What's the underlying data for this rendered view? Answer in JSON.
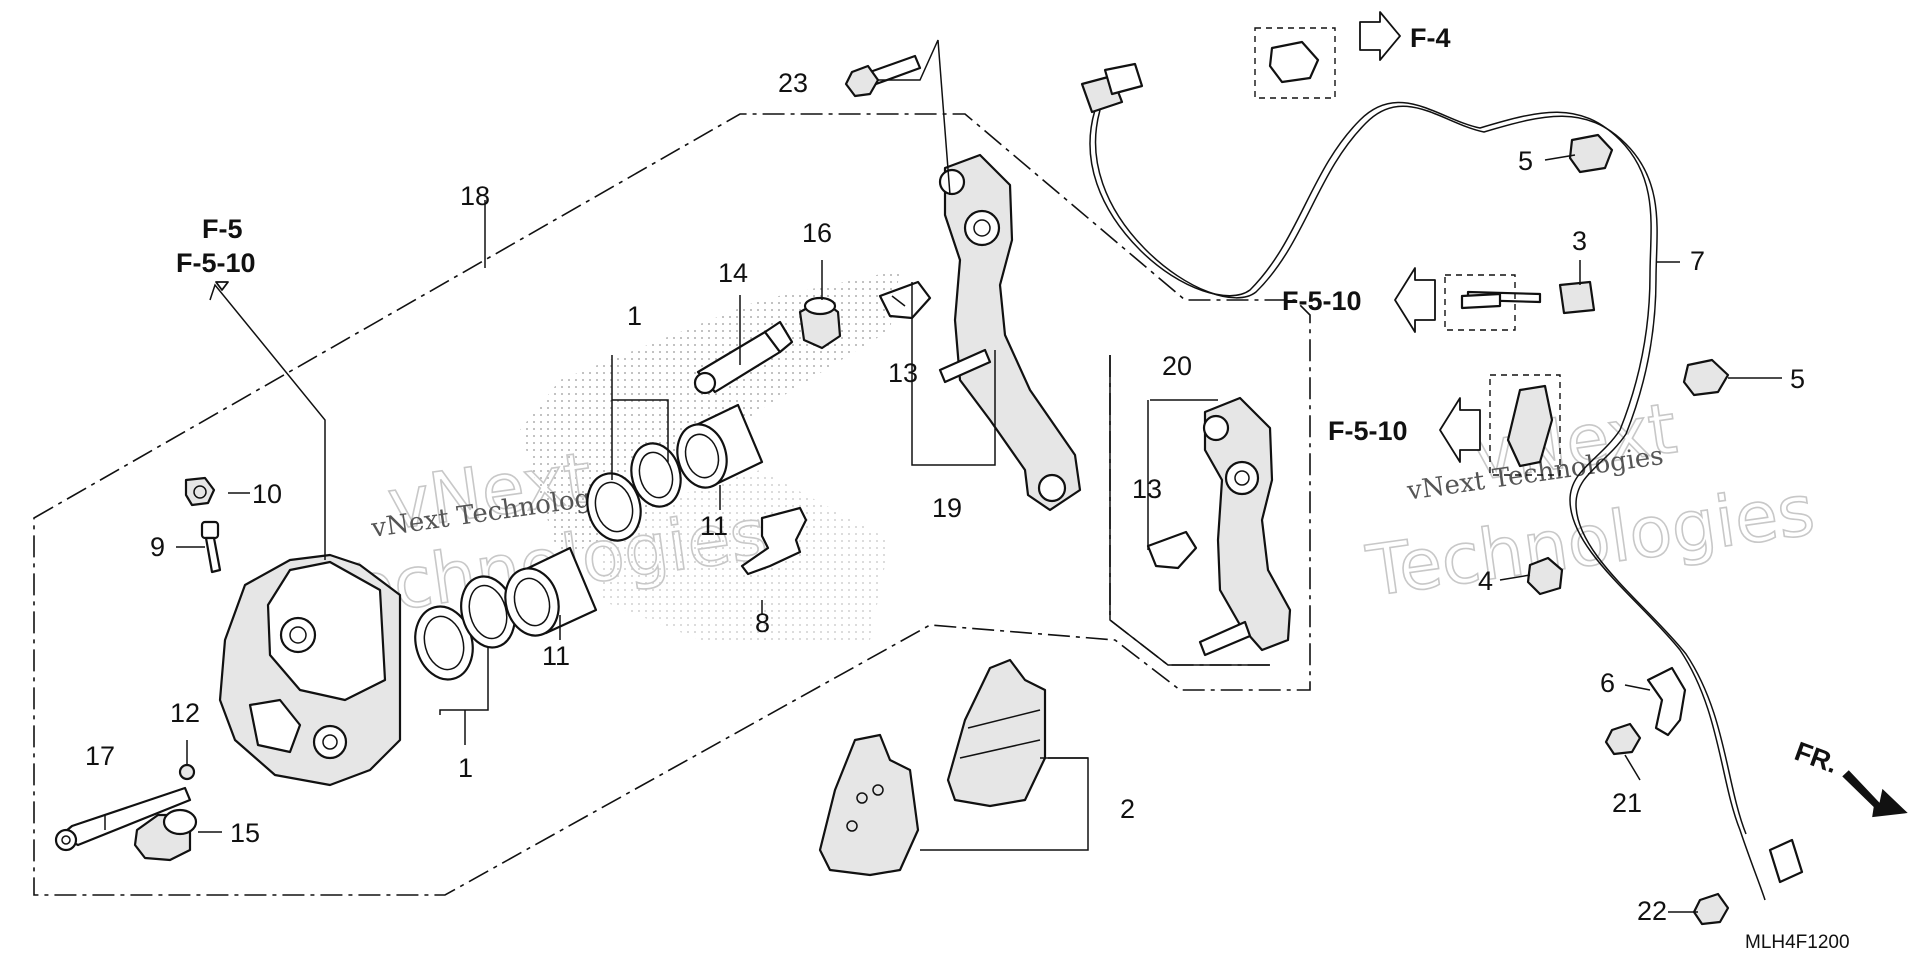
{
  "diagram": {
    "code": "MLH4F1200",
    "callouts": {
      "c1a": "1",
      "c1b": "1",
      "c2": "2",
      "c3": "3",
      "c4": "4",
      "c5a": "5",
      "c5b": "5",
      "c6": "6",
      "c7": "7",
      "c8": "8",
      "c9": "9",
      "c10": "10",
      "c11a": "11",
      "c11b": "11",
      "c12": "12",
      "c13a": "13",
      "c13b": "13",
      "c14": "14",
      "c15": "15",
      "c16": "16",
      "c17": "17",
      "c18": "18",
      "c19": "19",
      "c20": "20",
      "c21": "21",
      "c22": "22",
      "c23": "23"
    },
    "references": {
      "f4": "F-4",
      "f5": "F-5",
      "f510_top": "F-5-10",
      "f510_mid": "F-5-10",
      "f510_low": "F-5-10"
    },
    "front_marker": "FR.",
    "watermark": {
      "line1": "vNext",
      "line2": "Technologies",
      "full": "vNext Technologies"
    }
  }
}
